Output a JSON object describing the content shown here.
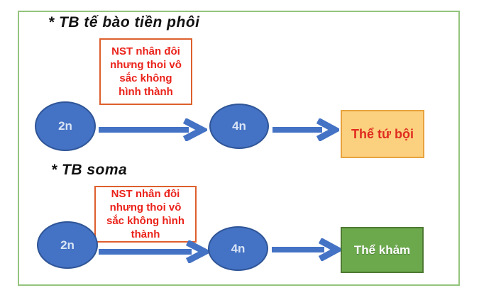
{
  "diagram": {
    "sections": [
      {
        "heading": "* TB tế bào tiền phôi",
        "note": "NST nhân đôi nhưng thoi vô sắc không hình thành",
        "start_label": "2n",
        "mid_label": "4n",
        "result_label": "Thể tứ bội"
      },
      {
        "heading": "* TB soma",
        "note": "NST nhân đôi nhưng thoi vô sắc không hình thành",
        "start_label": "2n",
        "mid_label": "4n",
        "result_label": "Thể khảm"
      }
    ],
    "colors": {
      "frame_border": "#94c47d",
      "node_fill": "#4472c4",
      "node_border": "#2f5597",
      "node_text": "#d9e5f6",
      "arrow": "#4472c4",
      "note_border": "#dd5f2d",
      "note_text": "#ea231b",
      "result_tetraploid_fill": "#fbd07e",
      "result_tetraploid_border": "#e7a33c",
      "result_tetraploid_text": "#e02b20",
      "result_mosaic_fill": "#6ca94d",
      "result_mosaic_border": "#4e7a33",
      "result_mosaic_text": "#ffffff"
    }
  }
}
